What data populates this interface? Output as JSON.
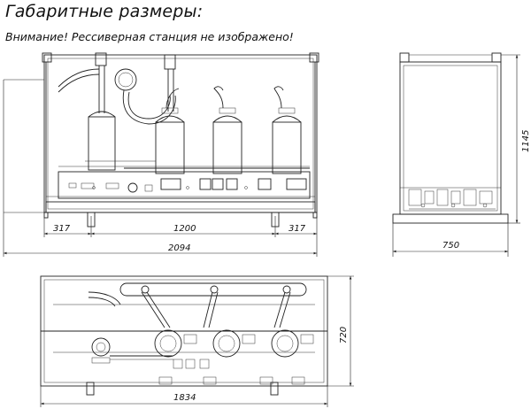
{
  "header": {
    "title": "Габаритные размеры:",
    "notice": "Внимание! Рессиверная станция не изображено!"
  },
  "dimensions": {
    "left_offset": "317",
    "center_span": "1200",
    "right_offset": "317",
    "total_length": "2094",
    "side_height": "1145",
    "side_width": "750",
    "top_depth": "720",
    "top_length": "1834"
  }
}
